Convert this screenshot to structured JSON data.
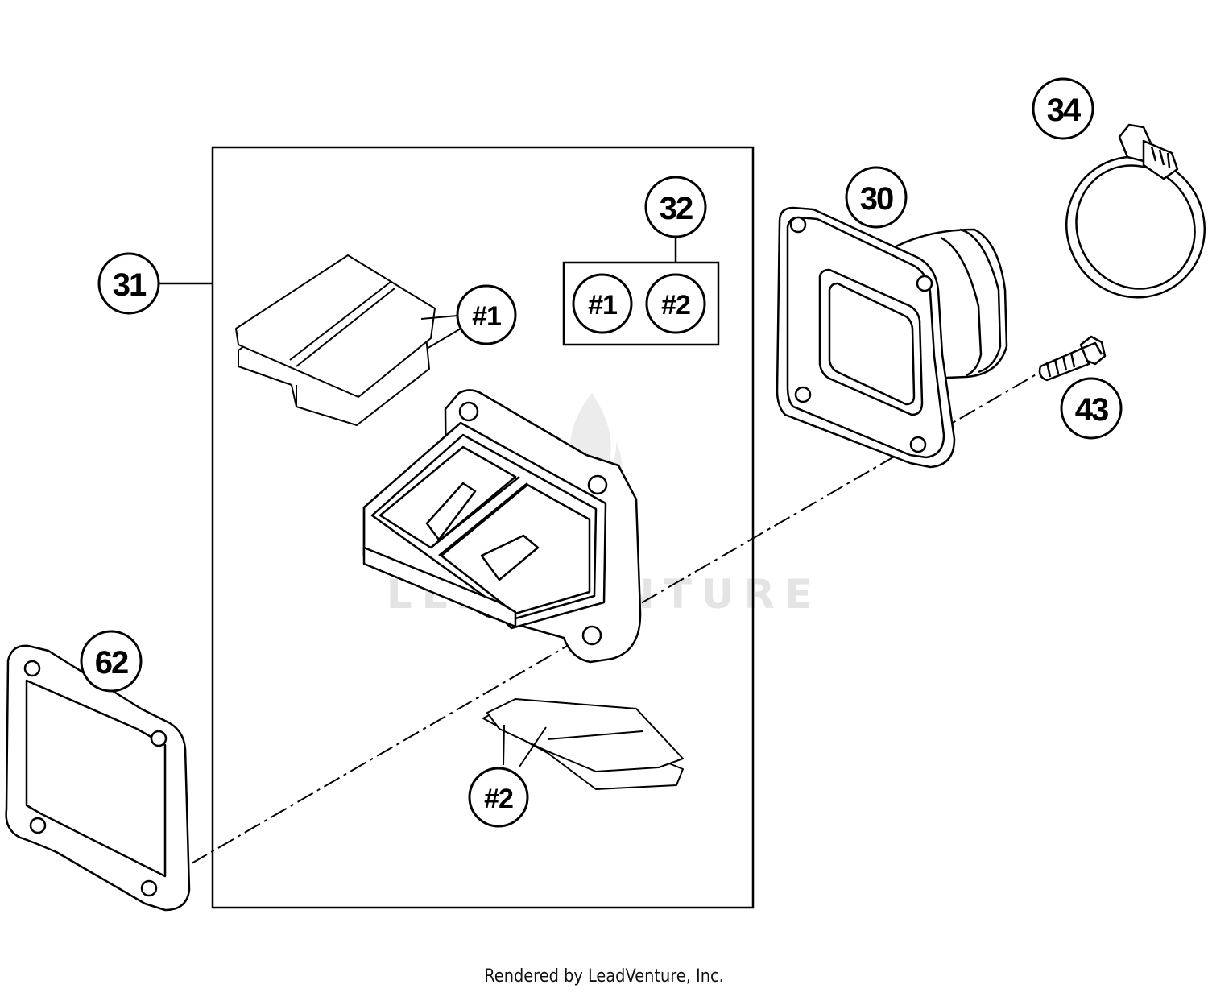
{
  "watermark": {
    "text": "LEADVENTURE"
  },
  "callouts": {
    "part_30": "30",
    "part_31": "31",
    "part_32": "32",
    "part_34": "34",
    "part_43": "43",
    "part_62": "62",
    "reed_1": "#1",
    "reed_2": "#2",
    "kit_1": "#1",
    "kit_2": "#2"
  },
  "footer": {
    "text": "Rendered by LeadVenture, Inc."
  },
  "colors": {
    "line": "#000000",
    "watermark": "#e4e4e4",
    "background": "#ffffff"
  }
}
